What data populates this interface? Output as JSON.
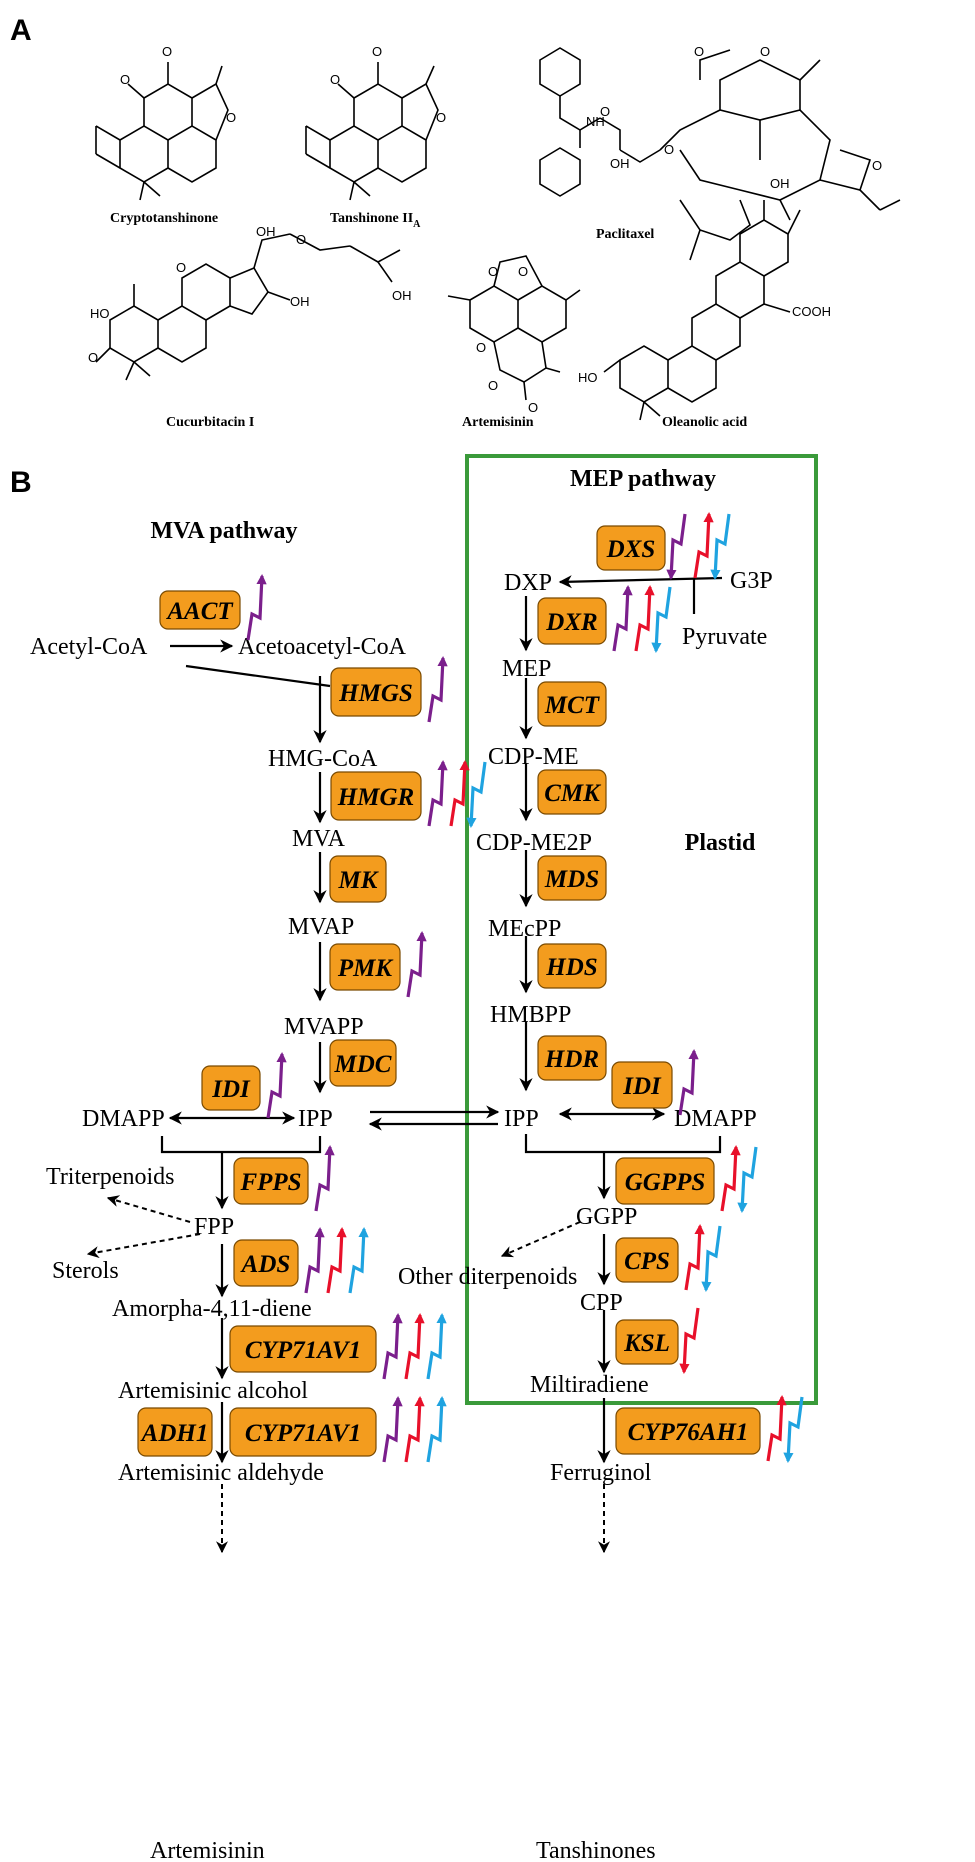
{
  "panel_a": {
    "label": "A",
    "molecules": [
      {
        "name": "Cryptotanshinone",
        "sub": ""
      },
      {
        "name": "Tanshinone II",
        "sub": "A"
      },
      {
        "name": "Paclitaxel",
        "sub": ""
      },
      {
        "name": "Cucurbitacin I",
        "sub": ""
      },
      {
        "name": "Artemisinin",
        "sub": ""
      },
      {
        "name": "Oleanolic acid",
        "sub": ""
      }
    ],
    "atom_labels": [
      "O",
      "OH",
      "HO",
      "NH",
      "COOH"
    ]
  },
  "panel_b": {
    "label": "B",
    "mva_title": "MVA pathway",
    "mep_title": "MEP pathway",
    "compartment": "Plastid",
    "metabolites": {
      "acetyl_coa": "Acetyl-CoA",
      "acetoacetyl_coa": "Acetoacetyl-CoA",
      "hmg_coa": "HMG-CoA",
      "mva": "MVA",
      "mvap": "MVAP",
      "mvapp": "MVAPP",
      "dmapp_left": "DMAPP",
      "ipp_left": "IPP",
      "triterpenoids": "Triterpenoids",
      "fpp": "FPP",
      "sterols": "Sterols",
      "amorphadiene": "Amorpha-4,11-diene",
      "art_alcohol": "Artemisinic alcohol",
      "art_aldehyde": "Artemisinic aldehyde",
      "artemisinin": "Artemisinin",
      "g3p": "G3P",
      "dxp": "DXP",
      "pyruvate": "Pyruvate",
      "mep": "MEP",
      "cdp_me": "CDP-ME",
      "cdp_me2p": "CDP-ME2P",
      "mecpp": "MEcPP",
      "hmbpp": "HMBPP",
      "ipp_right": "IPP",
      "dmapp_right": "DMAPP",
      "ggpp": "GGPP",
      "other_diterpenoids": "Other diterpenoids",
      "cpp": "CPP",
      "miltiradiene": "Miltiradiene",
      "ferruginol": "Ferruginol",
      "tanshinones": "Tanshinones"
    },
    "enzymes": [
      {
        "id": "aact",
        "label": "AACT",
        "arrows": [
          "purple-up"
        ]
      },
      {
        "id": "hmgs",
        "label": "HMGS",
        "arrows": [
          "purple-up"
        ]
      },
      {
        "id": "hmgr",
        "label": "HMGR",
        "arrows": [
          "purple-up",
          "red-up",
          "blue-down"
        ]
      },
      {
        "id": "mk",
        "label": "MK",
        "arrows": []
      },
      {
        "id": "pmk",
        "label": "PMK",
        "arrows": [
          "purple-up"
        ]
      },
      {
        "id": "mdc",
        "label": "MDC",
        "arrows": []
      },
      {
        "id": "idi_left",
        "label": "IDI",
        "arrows": [
          "purple-up"
        ]
      },
      {
        "id": "fpps",
        "label": "FPPS",
        "arrows": [
          "purple-up"
        ]
      },
      {
        "id": "ads",
        "label": "ADS",
        "arrows": [
          "purple-up",
          "red-up",
          "blue-up"
        ]
      },
      {
        "id": "cyp71av1_a",
        "label": "CYP71AV1",
        "arrows": [
          "purple-up",
          "red-up",
          "blue-up"
        ]
      },
      {
        "id": "adh1",
        "label": "ADH1",
        "arrows": []
      },
      {
        "id": "cyp71av1_b",
        "label": "CYP71AV1",
        "arrows": [
          "purple-up",
          "red-up",
          "blue-up"
        ]
      },
      {
        "id": "dxs",
        "label": "DXS",
        "arrows": [
          "purple-down",
          "red-up",
          "blue-down"
        ]
      },
      {
        "id": "dxr",
        "label": "DXR",
        "arrows": [
          "purple-up",
          "red-up",
          "blue-down"
        ]
      },
      {
        "id": "mct",
        "label": "MCT",
        "arrows": []
      },
      {
        "id": "cmk",
        "label": "CMK",
        "arrows": []
      },
      {
        "id": "mds",
        "label": "MDS",
        "arrows": []
      },
      {
        "id": "hds",
        "label": "HDS",
        "arrows": []
      },
      {
        "id": "hdr",
        "label": "HDR",
        "arrows": []
      },
      {
        "id": "idi_right",
        "label": "IDI",
        "arrows": [
          "purple-up"
        ]
      },
      {
        "id": "ggpps",
        "label": "GGPPS",
        "arrows": [
          "red-up",
          "blue-down"
        ]
      },
      {
        "id": "cps",
        "label": "CPS",
        "arrows": [
          "red-up",
          "blue-down"
        ]
      },
      {
        "id": "ksl",
        "label": "KSL",
        "arrows": [
          "red-down"
        ]
      },
      {
        "id": "cyp76ah1",
        "label": "CYP76AH1",
        "arrows": [
          "red-up",
          "blue-down"
        ]
      }
    ],
    "colors": {
      "enzyme_box": "#f39c1e",
      "plastid_border": "#3a9a3a",
      "purple": "#7b1f8c",
      "red": "#e8102a",
      "blue": "#1fa3e0"
    }
  }
}
